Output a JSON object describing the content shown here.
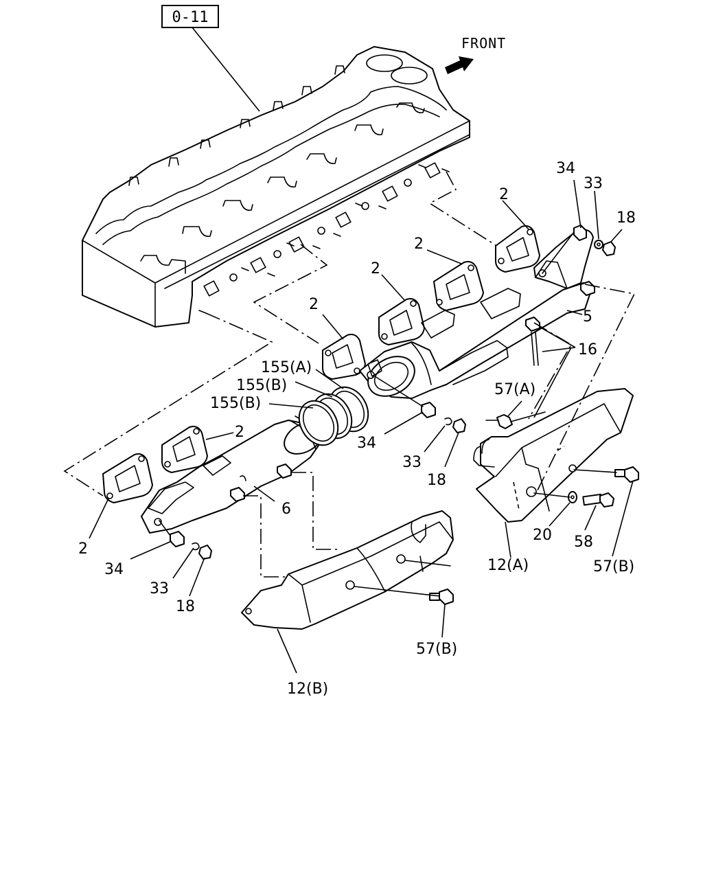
{
  "reference": "0-11",
  "direction_label": "FRONT",
  "labels": {
    "gasket_a": "2",
    "gasket_b": "2",
    "gasket_c": "2",
    "gasket_d": "2",
    "gasket_e": "2",
    "gasket_f": "2",
    "manifold_front": "5",
    "manifold_rear": "6",
    "stud": "16",
    "ring_a": "155(A)",
    "ring_b1": "155(B)",
    "ring_b2": "155(B)",
    "spacer_top": "34",
    "spacer_mid": "34",
    "spacer_bot": "34",
    "washer_top": "33",
    "washer_mid": "33",
    "washer_bot": "33",
    "nut_top": "18",
    "nut_mid": "18",
    "nut_bot": "18",
    "bolt_57a": "57(A)",
    "bolt_57b_right": "57(B)",
    "bolt_57b_lower": "57(B)",
    "washer_20": "20",
    "bolt_58": "58",
    "cover_12a": "12(A)",
    "cover_12b": "12(B)"
  }
}
